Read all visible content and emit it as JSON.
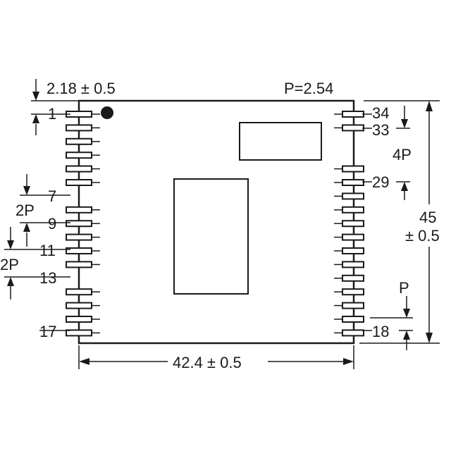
{
  "labels": {
    "top_offset": "2.18 ± 0.5",
    "pitch": "P=2.54",
    "width": "42.4 ± 0.5",
    "height_value": "45",
    "height_tolerance": "± 0.5",
    "left_2p_a": "2P",
    "left_2p_b": "2P",
    "right_4p": "4P",
    "right_p": "P"
  },
  "pins_left": [
    "1",
    "7",
    "9",
    "11",
    "13",
    "17"
  ],
  "pins_right": [
    "34",
    "33",
    "29",
    "18"
  ],
  "colors": {
    "stroke": "#1a1a1a",
    "background": "#ffffff"
  },
  "icons": {
    "pin1_marker": "filled-circle-icon"
  }
}
